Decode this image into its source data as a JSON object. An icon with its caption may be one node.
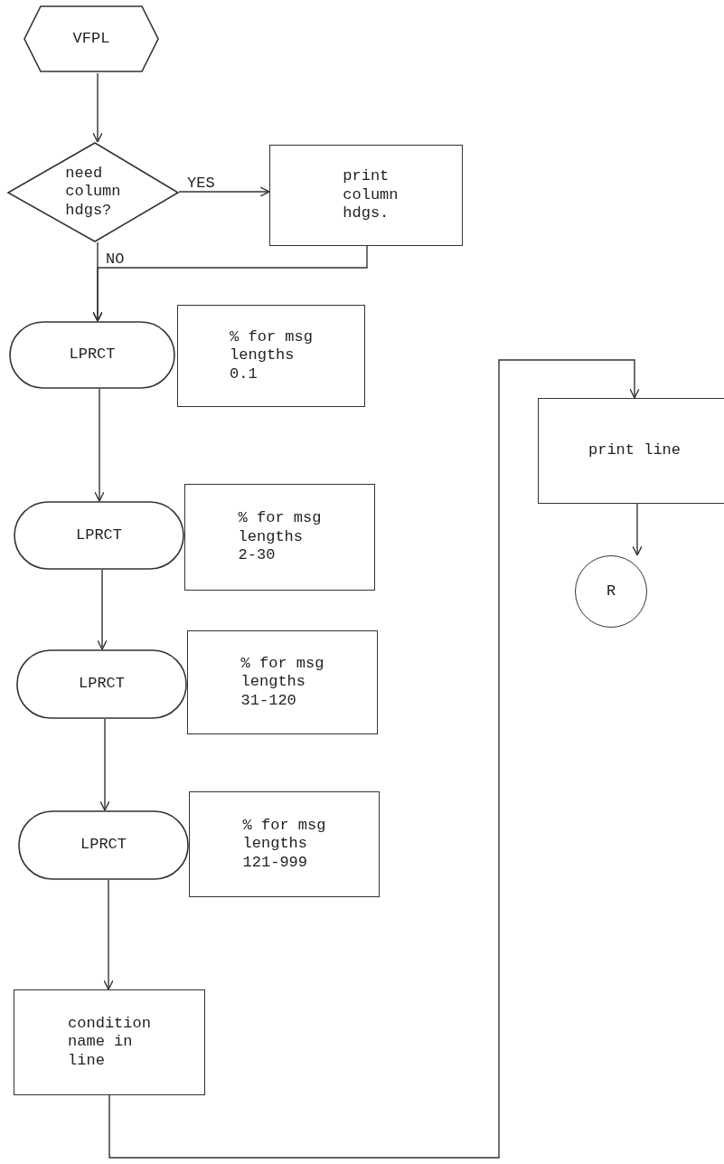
{
  "diagram": {
    "nodes": [
      {
        "text": [
          "VFPL"
        ]
      },
      {
        "text": [
          "need column hdgs?"
        ]
      },
      {
        "text": [
          "print column hdgs."
        ]
      },
      {
        "text": [
          "LPRCT"
        ]
      },
      {
        "text": [
          "% for msg lengths 0.1"
        ]
      },
      {
        "text": [
          "LPRCT"
        ]
      },
      {
        "text": [
          "% for msg lengths 2-30"
        ]
      },
      {
        "text": [
          "LPRCT"
        ]
      },
      {
        "text": [
          "% for msg lengths 31-120"
        ]
      },
      {
        "text": [
          "LPRCT"
        ]
      },
      {
        "text": [
          "% for msg lengths 121-999"
        ]
      },
      {
        "text": [
          "condition name in line"
        ]
      },
      {
        "text": [
          "print line"
        ]
      },
      {
        "text": [
          "R"
        ]
      }
    ],
    "edges": [
      {
        "from": 0,
        "to": 1,
        "arrow": "to"
      },
      {
        "from": 1,
        "to": 2,
        "arrow": "to",
        "label": "YES"
      },
      {
        "from": 1,
        "to": 3,
        "arrow": "to",
        "label": "NO"
      },
      {
        "from": 2,
        "to": 3,
        "arrow": "to"
      },
      {
        "from": 3,
        "to": 5,
        "arrow": "to"
      },
      {
        "from": 5,
        "to": 7,
        "arrow": "to"
      },
      {
        "from": 7,
        "to": 9,
        "arrow": "to"
      },
      {
        "from": 9,
        "to": 11,
        "arrow": "to"
      },
      {
        "from": 11,
        "to": 12,
        "arrow": "to"
      },
      {
        "from": 12,
        "to": 13,
        "arrow": "to"
      }
    ]
  }
}
